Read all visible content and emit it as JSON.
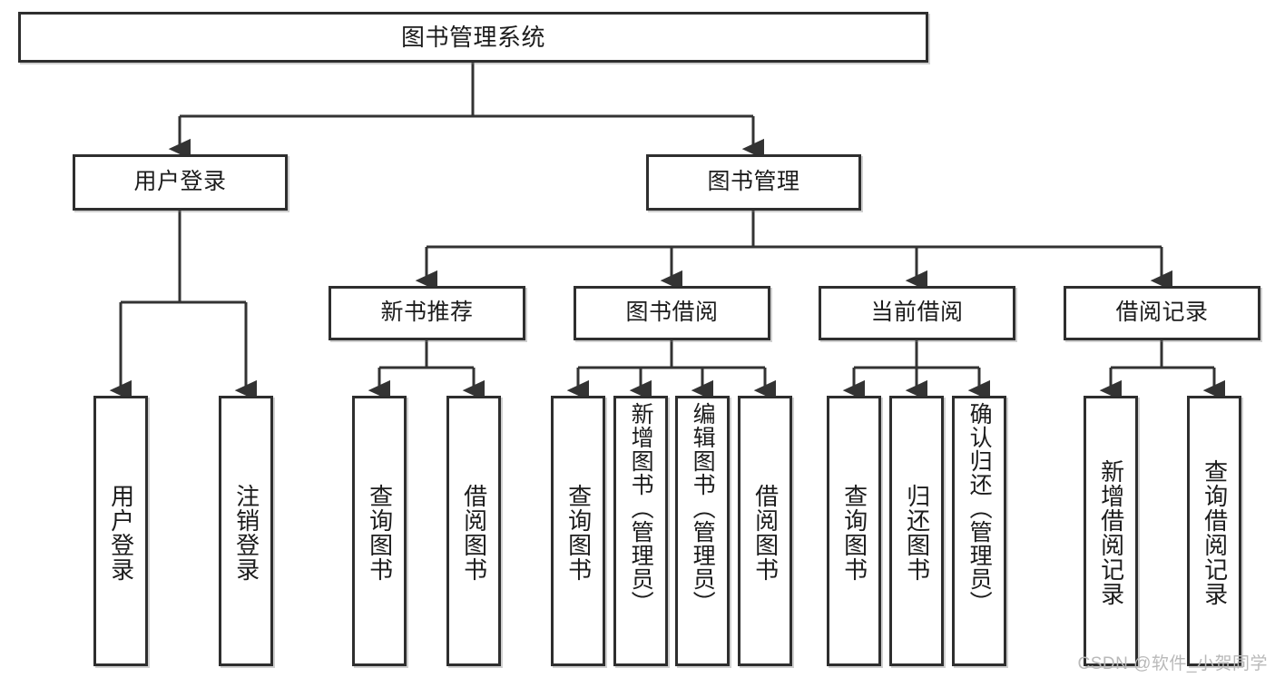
{
  "diagram": {
    "title": "图书管理系统",
    "type": "tree-hierarchy",
    "watermark": "CSDN @软件_小贺同学",
    "colors": {
      "node_border": "#2e2e2e",
      "node_fill": "#ffffff",
      "connector": "#333333",
      "text": "#1c1c1c",
      "watermark": "#b9b9b9"
    },
    "root": {
      "label": "图书管理系统"
    },
    "level2": [
      {
        "label": "用户登录"
      },
      {
        "label": "图书管理"
      }
    ],
    "level3": [
      {
        "label": "新书推荐"
      },
      {
        "label": "图书借阅"
      },
      {
        "label": "当前借阅"
      },
      {
        "label": "借阅记录"
      }
    ],
    "leaves": {
      "user_login": [
        {
          "label": "用户登录"
        },
        {
          "label": "注销登录"
        }
      ],
      "new_book_recommend": [
        {
          "label": "查询图书"
        },
        {
          "label": "借阅图书"
        }
      ],
      "book_borrow": [
        {
          "label": "查询图书"
        },
        {
          "label": "新增图书（管理员）"
        },
        {
          "label": "编辑图书（管理员）"
        },
        {
          "label": "借阅图书"
        }
      ],
      "current_borrow": [
        {
          "label": "查询图书"
        },
        {
          "label": "归还图书"
        },
        {
          "label": "确认归还（管理员）"
        }
      ],
      "borrow_record": [
        {
          "label": "新增借阅记录"
        },
        {
          "label": "查询借阅记录"
        }
      ]
    }
  }
}
